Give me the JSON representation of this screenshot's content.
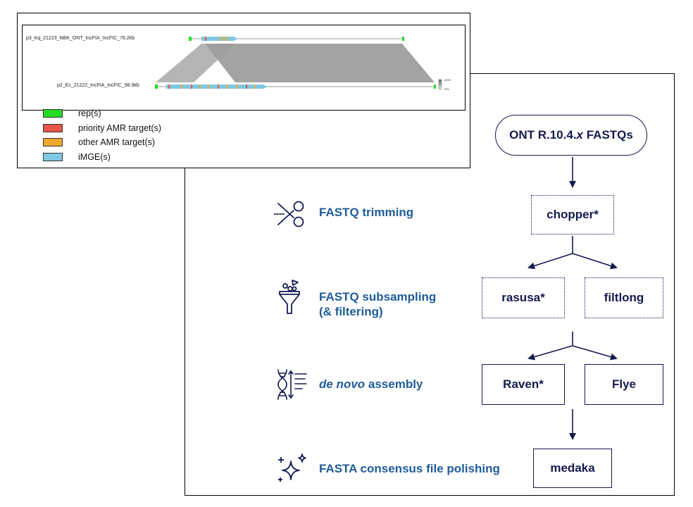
{
  "pipeline": {
    "input_label": "ONT R.10.4.",
    "input_x": "x",
    "input_suffix": " FASTQs",
    "steps": {
      "trimming": "FASTQ trimming",
      "subsampling_line1": "FASTQ subsampling",
      "subsampling_line2": "(& filtering)",
      "assembly_italic": "de novo",
      "assembly_rest": " assembly",
      "polishing": "FASTA consensus file polishing"
    },
    "tools": {
      "chopper": "chopper*",
      "rasusa": "rasusa*",
      "filtlong": "filtlong",
      "raven": "Raven*",
      "flye": "Flye",
      "medaka": "medaka"
    },
    "icons": [
      "scissors-icon",
      "funnel-icon",
      "dna-icon",
      "sparkles-icon"
    ],
    "colors": {
      "step_text": "#1f5c99",
      "node": "#15194f"
    }
  },
  "synteny": {
    "track_top": "p3_Kq_21223_NBK_ONT_IncFIA_IncFIC_76.2kb",
    "track_bottom": "p2_Ec_21222_IncFIA_IncFIC_98.9kb",
    "scale_max": "100%",
    "scale_min": "70%",
    "legend": [
      {
        "label": "rep(s)",
        "color": "#22dd22"
      },
      {
        "label": "priority AMR target(s)",
        "color": "#e8564a"
      },
      {
        "label": "other AMR target(s)",
        "color": "#f0a830"
      },
      {
        "label": "iMGE(s)",
        "color": "#7ec8e3"
      }
    ]
  }
}
